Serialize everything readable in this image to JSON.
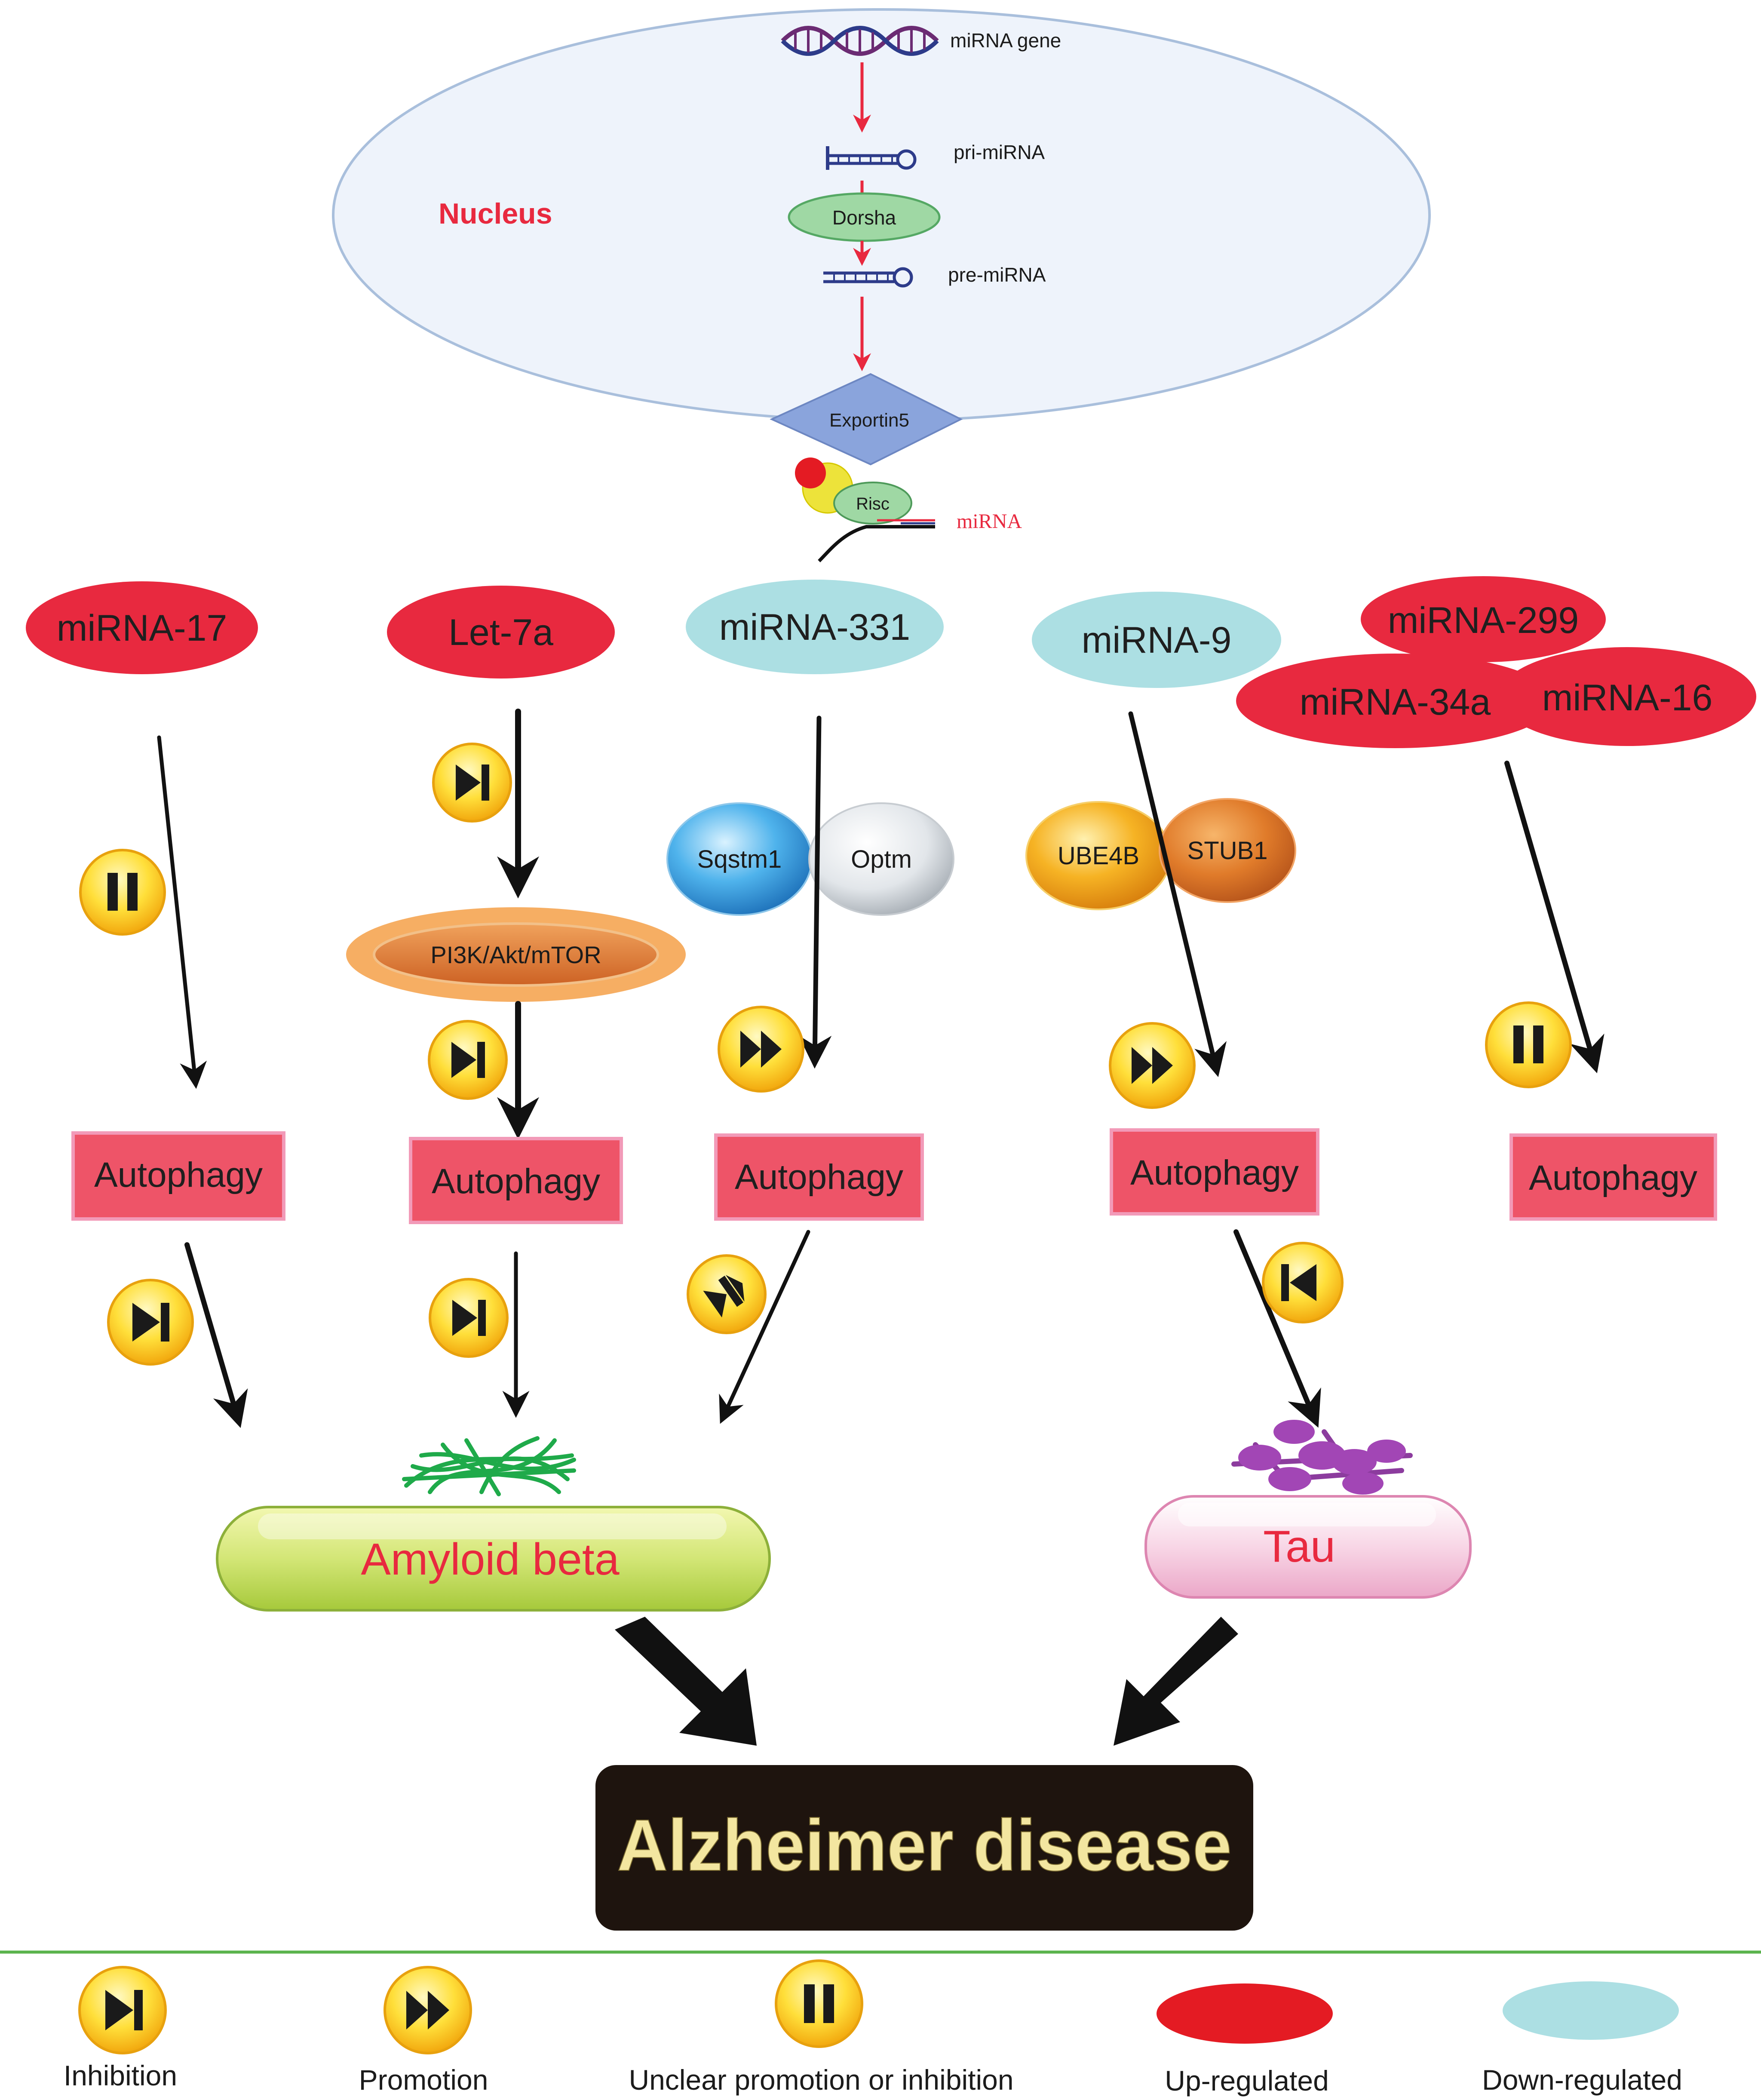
{
  "nucleus": {
    "label": "Nucleus",
    "steps": {
      "gene": "miRNA gene",
      "pri": "pri-miRNA",
      "dorsha": "Dorsha",
      "pre": "pre-miRNA",
      "exportin": "Exportin5"
    }
  },
  "risc": {
    "label": "Risc",
    "mirna_label": "miRNA"
  },
  "mirnas": {
    "m17": "miRNA-17",
    "let7a": "Let-7a",
    "m331": "miRNA-331",
    "m9": "miRNA-9",
    "m299": "miRNA-299",
    "m34a": "miRNA-34a",
    "m16": "miRNA-16"
  },
  "proteins": {
    "pi3k": "PI3K/Akt/mTOR",
    "sqstm1": "Sqstm1",
    "optm": "Optm",
    "ube4b": "UBE4B",
    "stub1": "STUB1"
  },
  "autophagy": [
    "Autophagy",
    "Autophagy",
    "Autophagy",
    "Autophagy",
    "Autophagy"
  ],
  "targets": {
    "amyloid": "Amyloid beta",
    "tau": "Tau"
  },
  "disease": "Alzheimer disease",
  "legend": {
    "inhibition": "Inhibition",
    "promotion": "Promotion",
    "unclear": "Unclear promotion or inhibition",
    "up": "Up-regulated",
    "down": "Down-regulated"
  },
  "colors": {
    "up_regulated": "#e8293f",
    "down_regulated": "#acdfe3",
    "autophagy_box": "#ee5468",
    "arrow_red": "#e8293f",
    "disease_bg": "#1e140e",
    "disease_text": "#f3e6a0",
    "divider": "#5ab34c"
  }
}
